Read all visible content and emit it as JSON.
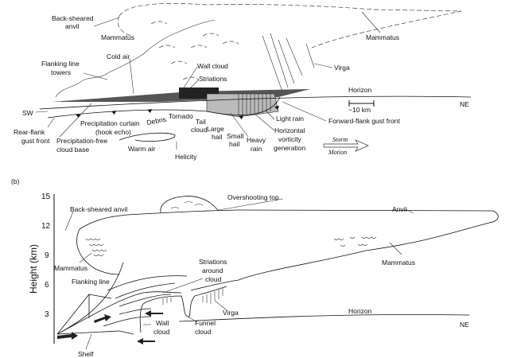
{
  "panel_a": {
    "back_sheared_anvil": [
      "Back-sheared",
      "anvil"
    ],
    "mammatus_left": "Mammatus",
    "mammatus_right": "Mammatus",
    "cold_air": "Cold air",
    "flanking_line_towers": [
      "Flanking line",
      "towers"
    ],
    "wall_cloud": "Wall cloud",
    "striations": "Striations",
    "virga": "Virga",
    "horizon": "Horizon",
    "scale": "~10 km",
    "ne": "NE",
    "sw": "SW",
    "precipitation_curtain": [
      "Precipitation curtain",
      "(hook echo)"
    ],
    "debris": "Debris",
    "tornado": "Tornado",
    "tail_cloud": [
      "Tail",
      "cloud"
    ],
    "large_hail": [
      "Large",
      "hail"
    ],
    "small_hail": [
      "Small",
      "hail"
    ],
    "heavy_rain": [
      "Heavy",
      "rain"
    ],
    "light_rain": "Light rain",
    "horizontal_vorticity": [
      "Horizontal",
      "vorticity",
      "generation"
    ],
    "forward_flank_gust_front": "Forward-flank gust front",
    "storm_motion": [
      "Storm",
      "Motion"
    ],
    "rear_flank_gust_front": [
      "Rear-flank",
      "gust front"
    ],
    "precip_free_cloud_base": [
      "Precipitation-free",
      "cloud base"
    ],
    "warm_air": "Warm air",
    "helicity": "Helicity"
  },
  "panel_b": {
    "label": "(b)",
    "y_axis_label": "Height (km)",
    "y_ticks": [
      "15",
      "12",
      "9",
      "6",
      "3"
    ],
    "back_sheared_anvil": "Back-sheared anvil",
    "overshooting_top": "Overshooting top",
    "anvil": "Anvil",
    "mammatus_left": "Mammatus",
    "mammatus_right": "Mammatus",
    "flanking_line": "Flanking line",
    "striations": [
      "Striations",
      "around",
      "cloud"
    ],
    "virga": "Virga",
    "horizon": "Horizon",
    "ne": "NE",
    "wall_cloud": [
      "Wall",
      "cloud"
    ],
    "funnel_cloud": [
      "Funnel",
      "cloud"
    ],
    "shelf": "Shelf"
  }
}
